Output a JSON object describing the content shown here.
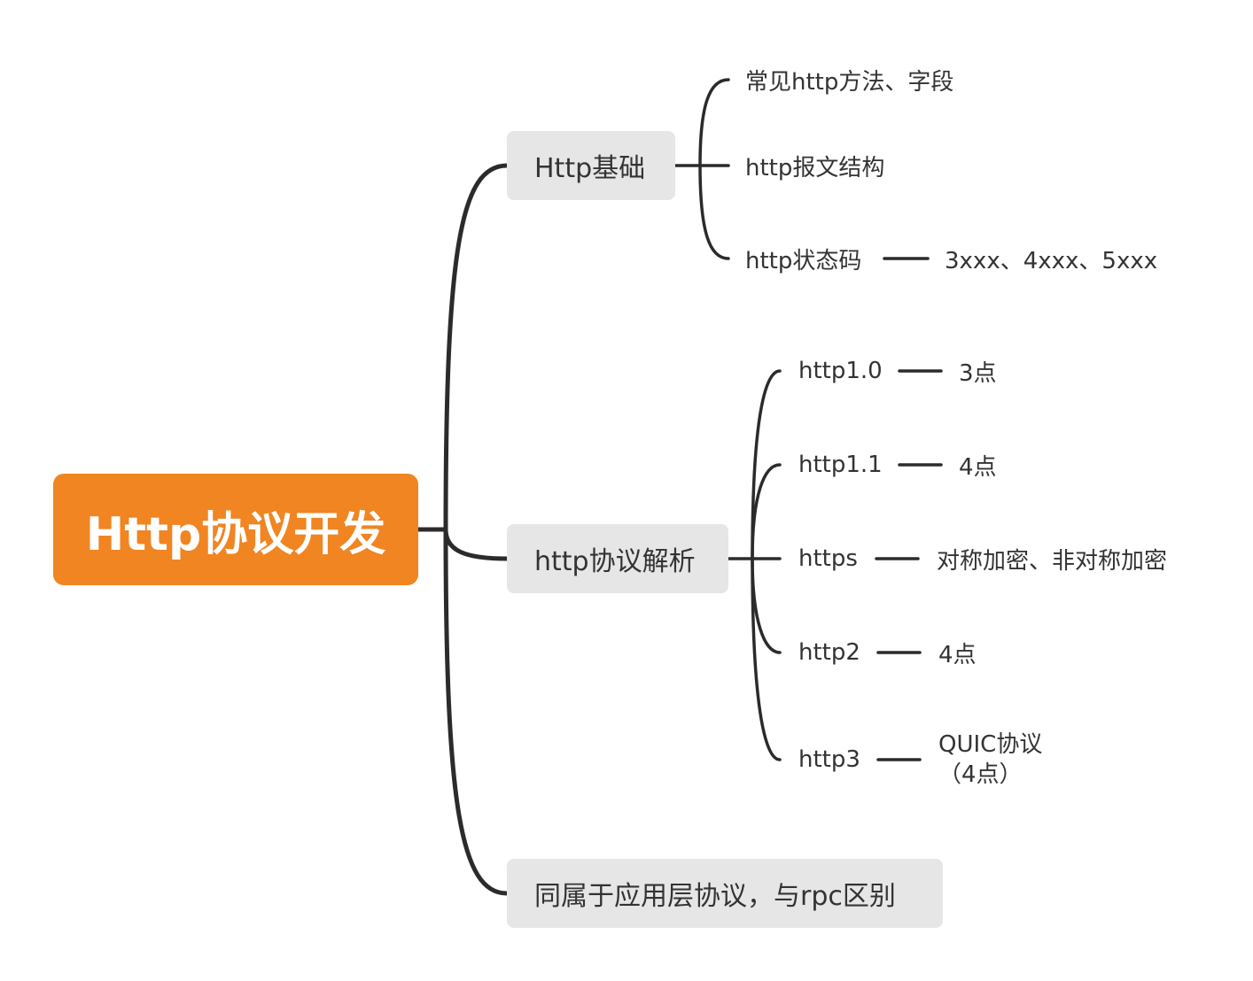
{
  "colors": {
    "root_fill": "#f08522",
    "root_text": "#ffffff",
    "main_fill": "#e6e6e6",
    "main_text": "#333333",
    "leaf_text": "#333333",
    "line": "#2b2b2b"
  },
  "root": {
    "label": "Http协议开发"
  },
  "branches": {
    "basics": {
      "label": "Http基础",
      "children": {
        "methods": "常见http方法、字段",
        "structure": "http报文结构",
        "status": "http状态码",
        "status_detail": "3xxx、4xxx、5xxx"
      }
    },
    "parse": {
      "label": "http协议解析",
      "children": {
        "v10": "http1.0",
        "v10_detail": "3点",
        "v11": "http1.1",
        "v11_detail": "4点",
        "https": "https",
        "https_detail": "对称加密、非对称加密",
        "v2": "http2",
        "v2_detail": "4点",
        "v3": "http3",
        "v3_detail_line1": "QUIC协议",
        "v3_detail_line2": "（4点）"
      }
    },
    "rpc": {
      "label": "同属于应用层协议，与rpc区别"
    }
  }
}
